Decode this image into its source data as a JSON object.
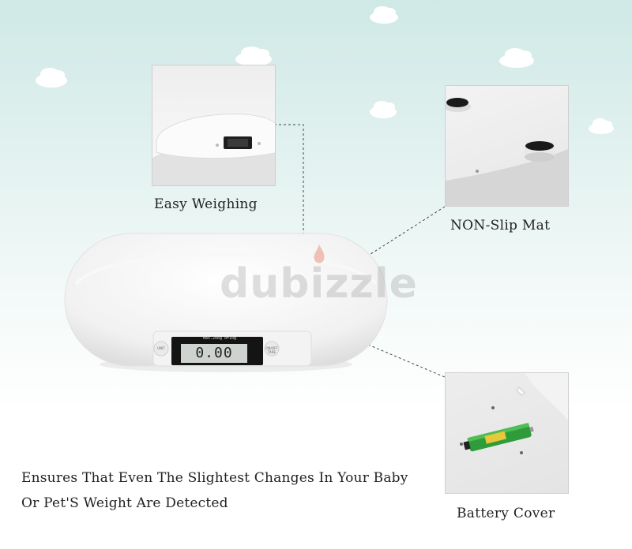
{
  "captions": {
    "easy_weighing": "Easy Weighing",
    "non_slip_mat": "NON-Slip Mat",
    "battery_cover": "Battery Cover"
  },
  "description": {
    "line1": "Ensures That Even The Slightest Changes In Your Baby",
    "line2": "Or Pet'S Weight Are Detected"
  },
  "watermark": "dubizzle",
  "scale_display": {
    "reading": "0.00",
    "top_label": "Max.20kg d=10g",
    "left_button": "UNIT",
    "right_button": "ON/OFF TARE"
  },
  "colors": {
    "background_top": "#cfe9e6",
    "battery_green": "#2f9b3a"
  }
}
